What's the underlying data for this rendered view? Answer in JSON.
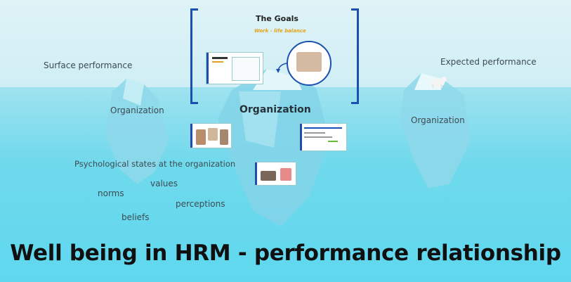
{
  "goals": {
    "title": "The Goals",
    "subtitle": "Work - life balance"
  },
  "labels": {
    "surface_performance": "Surface performance",
    "expected_performance": "Expected performance",
    "organization_left": "Organization",
    "organization_center": "Organization",
    "organization_right": "Organization",
    "psychological_states": "Psychological states at the organization",
    "values": "values",
    "norms": "norms",
    "perceptions": "perceptions",
    "beliefs": "beliefs"
  },
  "main_title": "Well being in HRM - performance relationship",
  "colors": {
    "frame_blue": "#1b4fb0",
    "subtitle_gold": "#e3a31b",
    "water": "#5fd8ee"
  },
  "icons": [
    "polar-bear-icon",
    "arrow-icon"
  ]
}
